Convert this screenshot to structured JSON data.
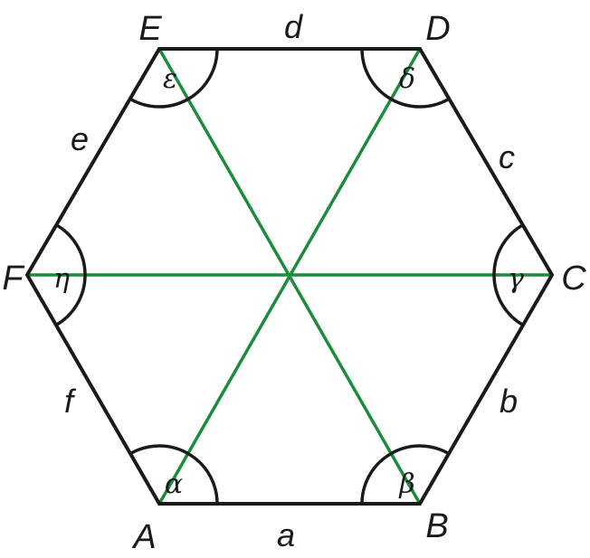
{
  "diagram": {
    "vertices": [
      {
        "id": "A",
        "label": "A"
      },
      {
        "id": "B",
        "label": "B"
      },
      {
        "id": "C",
        "label": "C"
      },
      {
        "id": "D",
        "label": "D"
      },
      {
        "id": "E",
        "label": "E"
      },
      {
        "id": "F",
        "label": "F"
      }
    ],
    "sides": [
      {
        "id": "a",
        "label": "a",
        "from": "A",
        "to": "B"
      },
      {
        "id": "b",
        "label": "b",
        "from": "B",
        "to": "C"
      },
      {
        "id": "c",
        "label": "c",
        "from": "C",
        "to": "D"
      },
      {
        "id": "d",
        "label": "d",
        "from": "D",
        "to": "E"
      },
      {
        "id": "e",
        "label": "e",
        "from": "E",
        "to": "F"
      },
      {
        "id": "f",
        "label": "f",
        "from": "F",
        "to": "A"
      }
    ],
    "angles": [
      {
        "vertex": "A",
        "label": "α"
      },
      {
        "vertex": "B",
        "label": "β"
      },
      {
        "vertex": "C",
        "label": "γ"
      },
      {
        "vertex": "D",
        "label": "δ"
      },
      {
        "vertex": "E",
        "label": "ε"
      },
      {
        "vertex": "F",
        "label": "η"
      }
    ],
    "diagonals": [
      {
        "from": "A",
        "to": "D"
      },
      {
        "from": "B",
        "to": "E"
      },
      {
        "from": "C",
        "to": "F"
      }
    ],
    "colors": {
      "edges": "#1a1a1a",
      "diagonals": "#1a8c3c",
      "text": "#1a1a1a"
    }
  }
}
